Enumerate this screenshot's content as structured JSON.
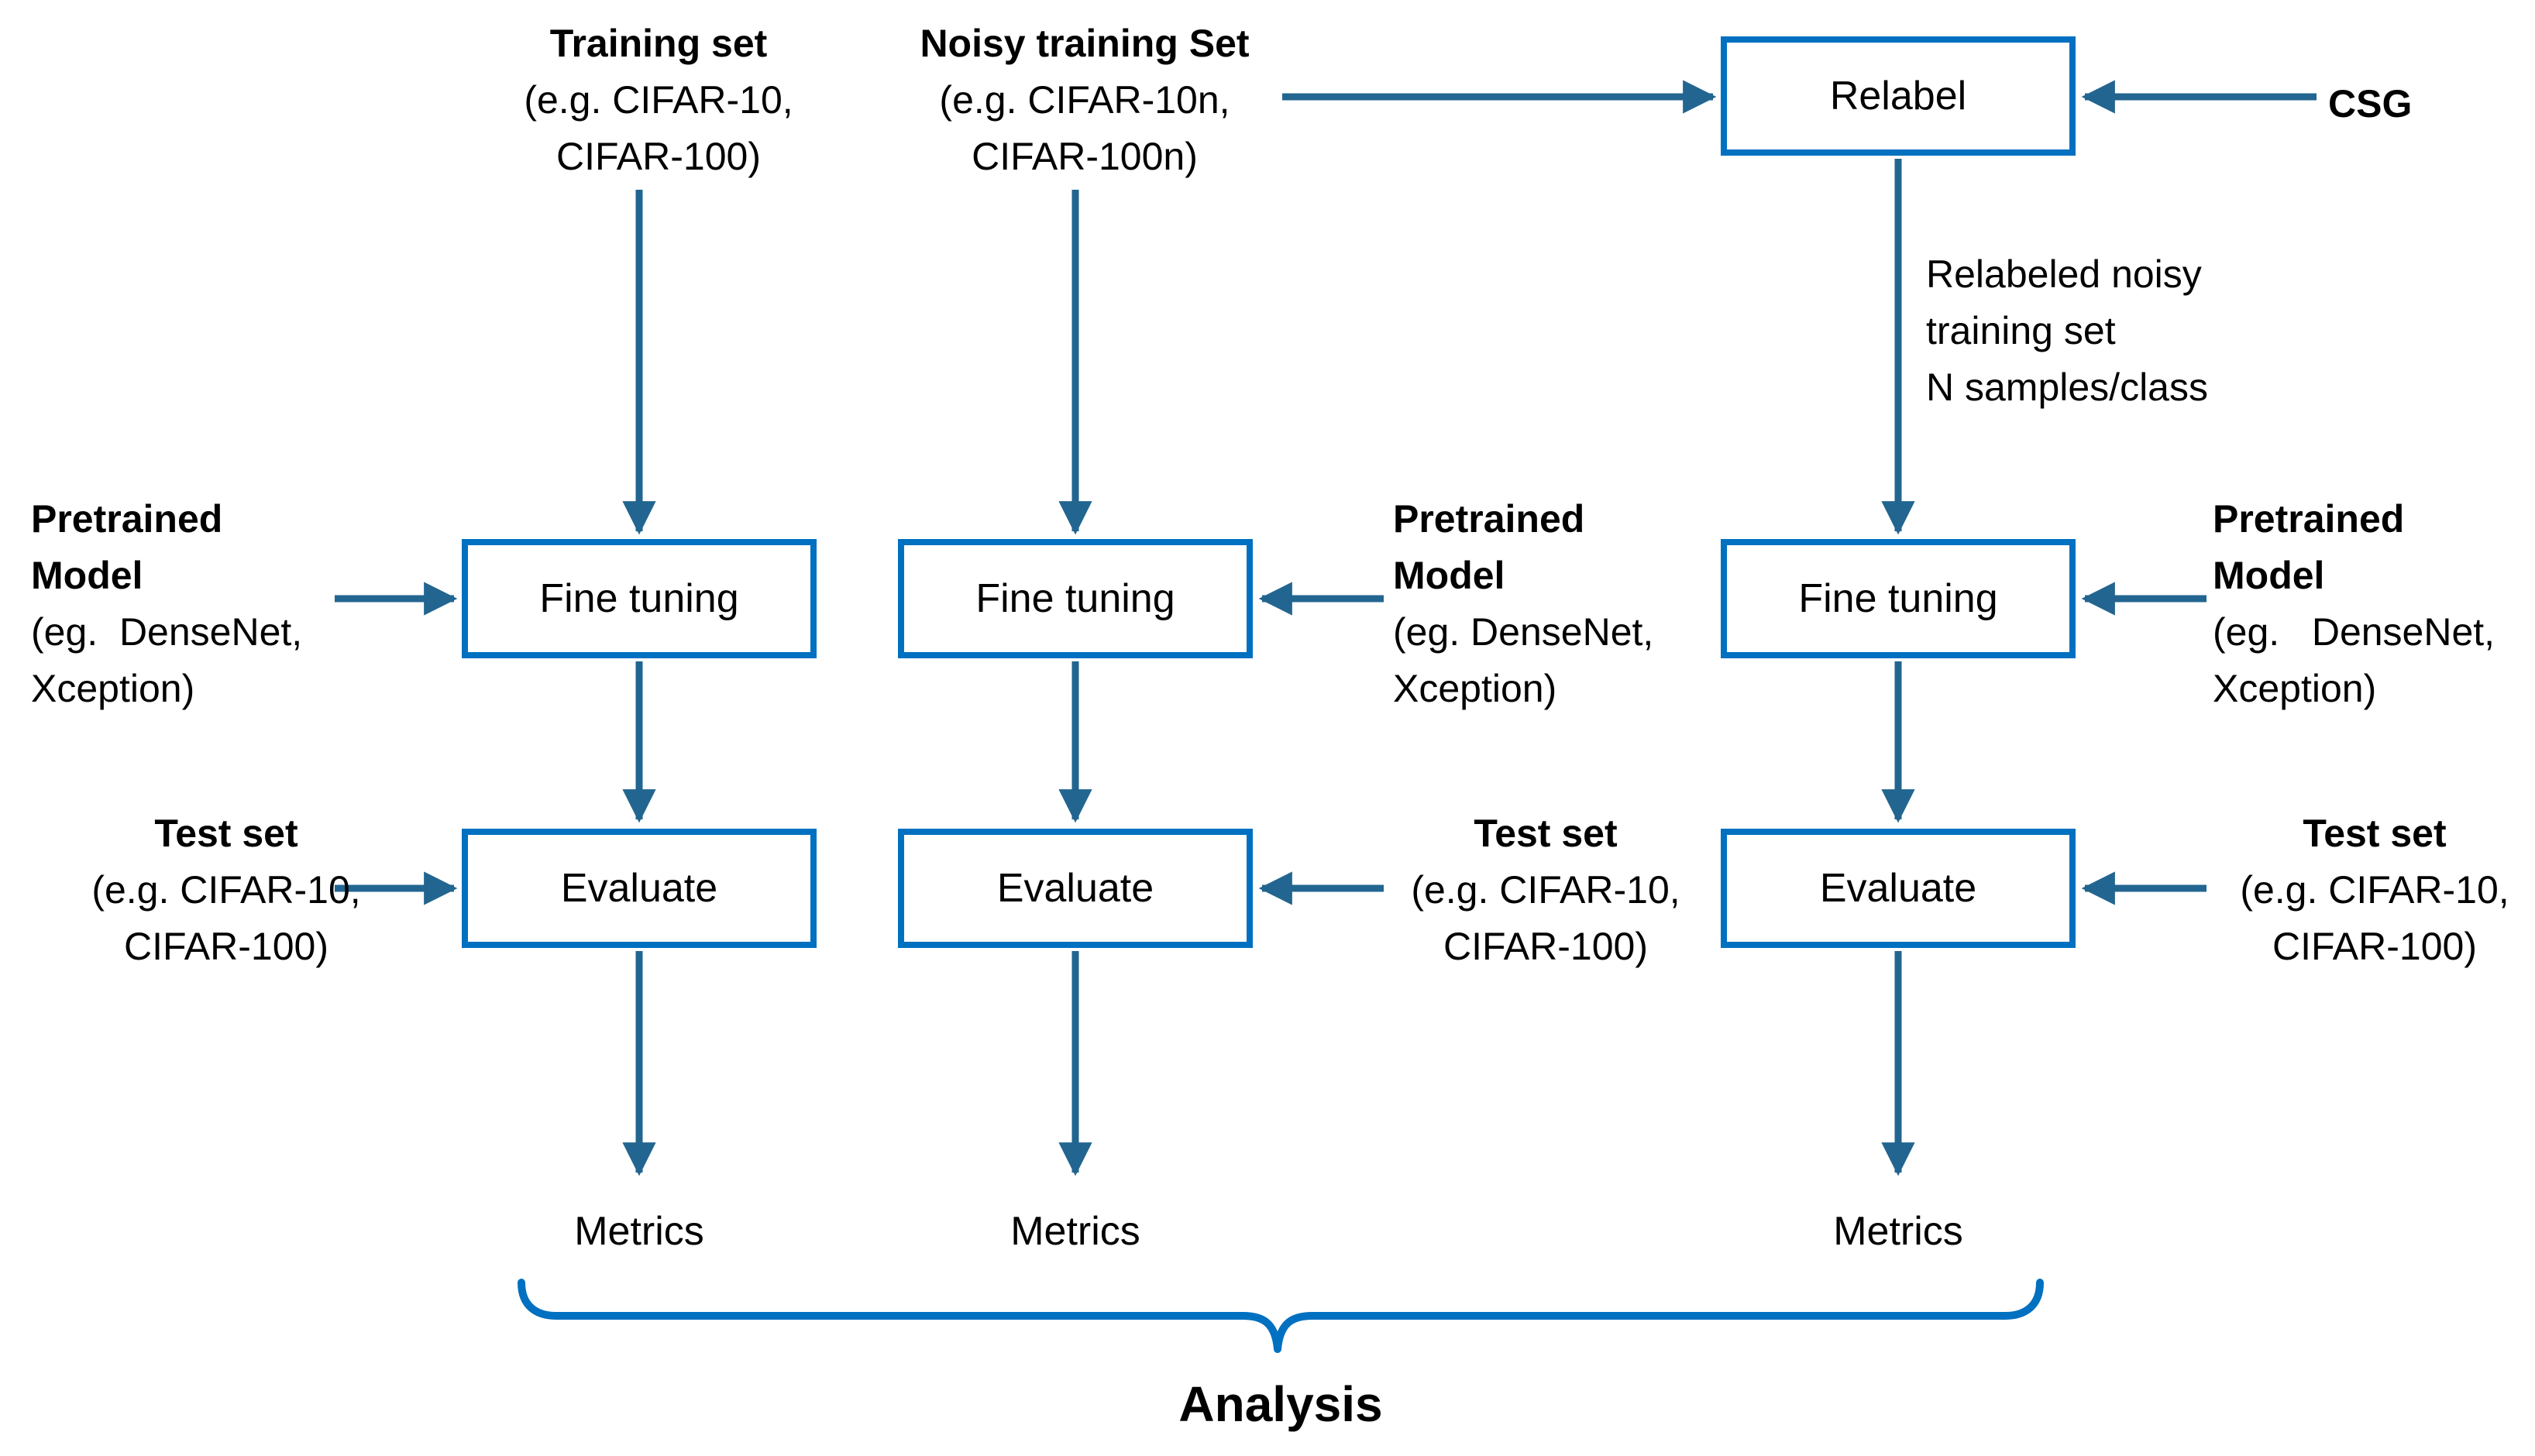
{
  "colors": {
    "box_border": "#0070C0",
    "arrow": "#226590",
    "brace": "#0070C0",
    "text": "#000000",
    "background": "#FFFFFF"
  },
  "relabel": {
    "box_label": "Relabel",
    "input_label": "CSG",
    "output_note": {
      "line1": "Relabeled noisy",
      "line2": "training set",
      "line3": "N samples/class"
    }
  },
  "analysis_label": "Analysis",
  "columns": [
    {
      "header": {
        "title": "Training set",
        "example_line1": "(e.g. CIFAR-10,",
        "example_line2": "CIFAR-100)"
      },
      "pretrained_model": {
        "line1": "Pretrained",
        "line2": "Model",
        "line3": "(eg.  DenseNet,",
        "line4": "Xception)"
      },
      "fine_tuning_label": "Fine tuning",
      "test_set": {
        "title": "Test set",
        "example_line1": "(e.g. CIFAR-10,",
        "example_line2": "CIFAR-100)"
      },
      "evaluate_label": "Evaluate",
      "metrics_label": "Metrics"
    },
    {
      "header": {
        "title": "Noisy training Set",
        "example_line1": "(e.g. CIFAR-10n,",
        "example_line2": "CIFAR-100n)"
      },
      "pretrained_model": {
        "line1": "Pretrained",
        "line2": "Model",
        "line3": "(eg. DenseNet,",
        "line4": "Xception)"
      },
      "fine_tuning_label": "Fine tuning",
      "test_set": {
        "title": "Test set",
        "example_line1": "(e.g. CIFAR-10,",
        "example_line2": "CIFAR-100)"
      },
      "evaluate_label": "Evaluate",
      "metrics_label": "Metrics"
    },
    {
      "pretrained_model": {
        "line1": "Pretrained",
        "line2": "Model",
        "line3": "(eg.   DenseNet,",
        "line4": "Xception)"
      },
      "fine_tuning_label": "Fine tuning",
      "test_set": {
        "title": "Test set",
        "example_line1": "(e.g. CIFAR-10,",
        "example_line2": "CIFAR-100)"
      },
      "evaluate_label": "Evaluate",
      "metrics_label": "Metrics"
    }
  ]
}
